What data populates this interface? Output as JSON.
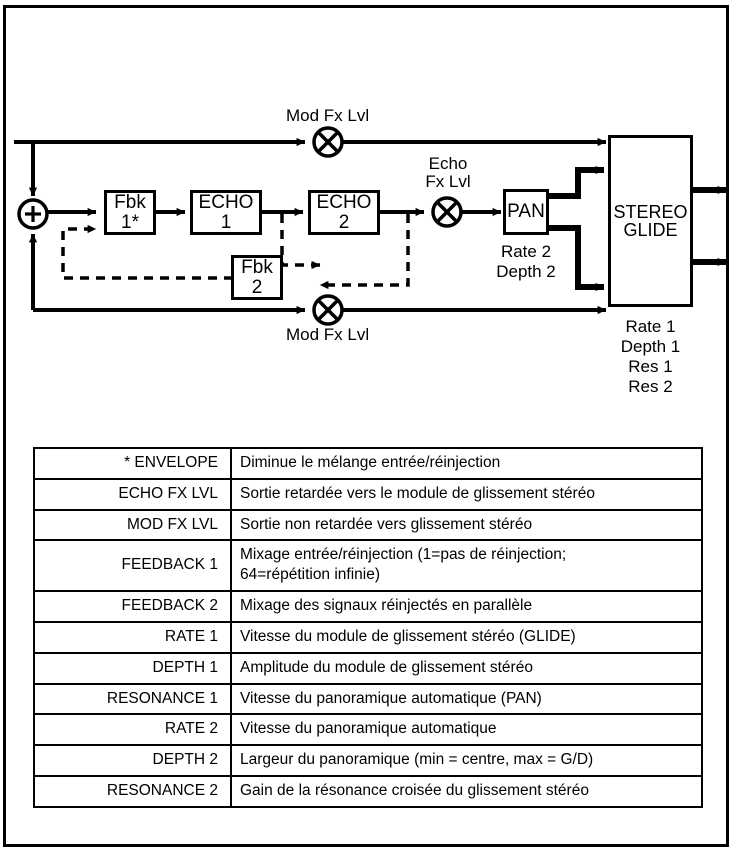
{
  "diagram": {
    "blocks": {
      "fbk1": "Fbk 1*",
      "echo1": "ECHO 1",
      "echo2": "ECHO 2",
      "fbk2": "Fbk 2",
      "pan": "PAN",
      "stereo_glide_line1": "STEREO",
      "stereo_glide_line2": "GLIDE",
      "sum": "+"
    },
    "labels": {
      "mod_fx_lvl_top": "Mod Fx Lvl",
      "mod_fx_lvl_bottom": "Mod Fx Lvl",
      "echo_fx_lvl_line1": "Echo",
      "echo_fx_lvl_line2": "Fx Lvl",
      "pan_params_line1": "Rate 2",
      "pan_params_line2": "Depth 2",
      "glide_params_line1": "Rate 1",
      "glide_params_line2": "Depth 1",
      "glide_params_line3": "Res 1",
      "glide_params_line4": "Res 2"
    }
  },
  "table": {
    "rows": [
      {
        "param": "* ENVELOPE",
        "desc": "Diminue le mélange entrée/réinjection"
      },
      {
        "param": "ECHO FX LVL",
        "desc": "Sortie retardée vers le module de glissement stéréo"
      },
      {
        "param": "MOD FX LVL",
        "desc": "Sortie non retardée vers glissement stéréo"
      },
      {
        "param": "FEEDBACK 1",
        "desc": "Mixage entrée/réinjection (1=pas de réinjection;\n64=répétition infinie)"
      },
      {
        "param": "FEEDBACK 2",
        "desc": "Mixage des signaux réinjectés en parallèle"
      },
      {
        "param": "RATE 1",
        "desc": "Vitesse du module de glissement stéréo (GLIDE)"
      },
      {
        "param": "DEPTH 1",
        "desc": "Amplitude du module de glissement stéréo"
      },
      {
        "param": "RESONANCE 1",
        "desc": "Vitesse du panoramique automatique (PAN)"
      },
      {
        "param": "RATE 2",
        "desc": "Vitesse du panoramique automatique"
      },
      {
        "param": "DEPTH 2",
        "desc": "Largeur du panoramique (min = centre, max = G/D)"
      },
      {
        "param": "RESONANCE 2",
        "desc": "Gain de la résonance croisée du glissement stéréo"
      }
    ]
  },
  "colors": {
    "ink": "#000000",
    "paper": "#ffffff"
  }
}
